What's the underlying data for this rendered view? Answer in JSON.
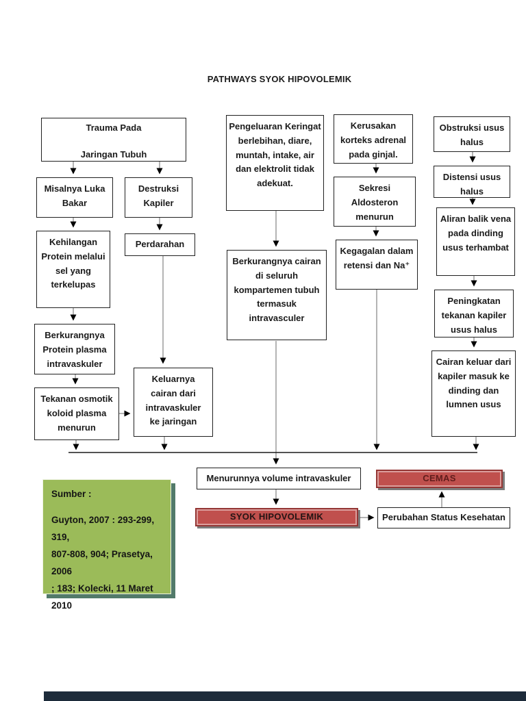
{
  "page": {
    "title": "PATHWAYS SYOK HIPOVOLEMIK"
  },
  "nodes": {
    "trauma": "Trauma Pada\n\nJaringan Tubuh",
    "luka_bakar": "Misalnya Luka\nBakar",
    "destruksi": "Destruksi\nKapiler",
    "kehilangan_protein": "Kehilangan\nProtein melalui\nsel yang\nterkelupas",
    "perdarahan": "Perdarahan",
    "berkurang_protein": "Berkurangnya\nProtein plasma\nintravaskuler",
    "tekanan_osmotik": "Tekanan osmotik\nkoloid plasma\nmenurun",
    "keluarnya_cairan": "Keluarnya\ncairan dari\nintravaskuler\nke jaringan",
    "pengeluaran_keringat": "Pengeluaran Keringat\nberlebihan, diare,\nmuntah, intake, air\ndan elektrolit tidak\nadekuat.",
    "berkurang_cairan": "Berkurangnya cairan\ndi seluruh\nkompartemen tubuh\ntermasuk\nintravasculer",
    "kerusakan_korteks": "Kerusakan\nkorteks adrenal\npada ginjal.",
    "sekresi_aldosteron": "Sekresi\nAldosteron\nmenurun",
    "kegagalan_retensi": "Kegagalan dalam\nretensi dan Na⁺",
    "obstruksi_usus": "Obstruksi usus\nhalus",
    "distensi_usus": "Distensi usus\nhalus",
    "aliran_balik": "Aliran balik vena\npada dinding\nusus terhambat",
    "peningkatan_tekanan": "Peningkatan\ntekanan kapiler\nusus halus",
    "cairan_keluar": "Cairan keluar dari\nkapiler masuk ke\ndinding dan\nlumnen usus",
    "menurunnya_volume": "Menurunnya volume intravaskuler",
    "syok_hipovolemik": "SYOK HIPOVOLEMIK",
    "cemas": "CEMAS",
    "perubahan_status": "Perubahan Status  Kesehatan"
  },
  "source_box": {
    "heading": "Sumber :",
    "citation": "Guyton, 2007 : 293-299, 319,\n807-808, 904; Prasetya, 2006\n; 183; Kolecki, 11 Maret 2010"
  },
  "colors": {
    "accent_red": "#c0504d",
    "accent_red_border": "#943634",
    "cemas_text": "#5f1c1b",
    "syok_text": "#241414",
    "source_green": "#9bbb59",
    "source_shadow": "#527a6a",
    "box_border": "#1f1f1f",
    "bottom_bar": "#1d2b3a",
    "line": "#6a6a6a"
  }
}
